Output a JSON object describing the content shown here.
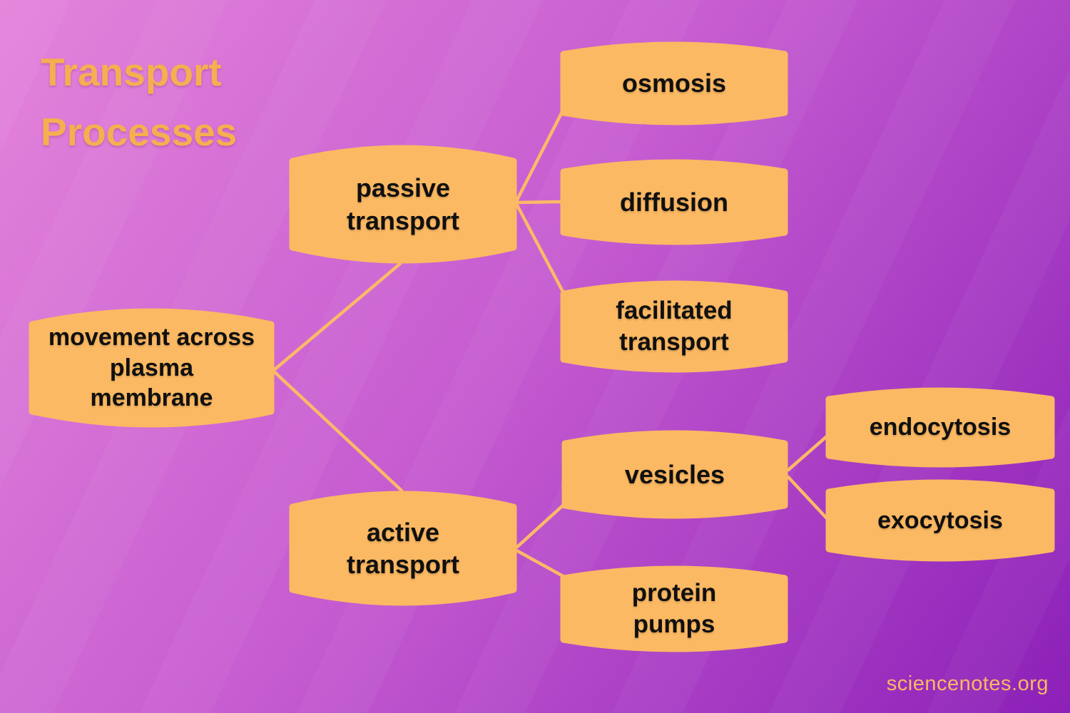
{
  "title": {
    "line1": "Transport",
    "line2": "Processes"
  },
  "footer": {
    "site": "sciencenotes.org"
  },
  "colors": {
    "background_top_left": "#E484DB",
    "background_bottom_right": "#8C20B8",
    "node_fill": "#FBB963",
    "connector": "#FBBA67",
    "title_text": "#F6AF50",
    "node_text": "#101010",
    "footer_text": "#FBB763"
  },
  "labels": {
    "movement": "movement across\nplasma\nmembrane",
    "passive": "passive\ntransport",
    "osmosis": "osmosis",
    "diffusion": "diffusion",
    "facilitated": "facilitated\ntransport",
    "active": "active\ntransport",
    "vesicles": "vesicles",
    "protein_pumps": "protein\npumps",
    "endocytosis": "endocytosis",
    "exocytosis": "exocytosis"
  },
  "diagram": {
    "type": "concept-map",
    "root": "movement across plasma membrane",
    "edges": [
      {
        "from": "movement",
        "to": "passive"
      },
      {
        "from": "movement",
        "to": "active"
      },
      {
        "from": "passive",
        "to": "osmosis"
      },
      {
        "from": "passive",
        "to": "diffusion"
      },
      {
        "from": "passive",
        "to": "facilitated"
      },
      {
        "from": "active",
        "to": "vesicles"
      },
      {
        "from": "active",
        "to": "protein_pumps"
      },
      {
        "from": "vesicles",
        "to": "endocytosis"
      },
      {
        "from": "vesicles",
        "to": "exocytosis"
      }
    ]
  }
}
